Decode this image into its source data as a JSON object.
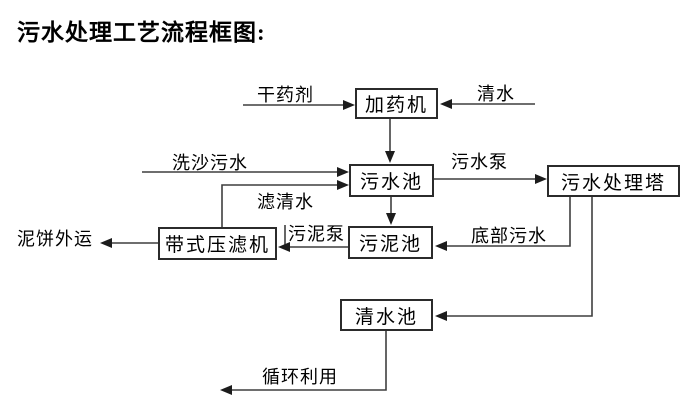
{
  "title": "污水处理工艺流程框图:",
  "nodes": {
    "dosing_machine": "加药机",
    "sewage_pool": "污水池",
    "sewage_treatment_tower": "污水处理塔",
    "sludge_pool": "污泥池",
    "belt_filter_press": "带式压滤机",
    "clean_water_pool": "清水池"
  },
  "flow_labels": {
    "dry_chemical": "干药剂",
    "clean_water": "清水",
    "sand_washing_sewage": "洗沙污水",
    "filtered_water": "滤清水",
    "sewage_pump": "污水泵",
    "sludge_pump": "污泥泵",
    "bottom_sewage": "底部污水",
    "mud_cake_transport": "泥饼外运",
    "recycling": "循环利用"
  },
  "edges": [
    {
      "source": "dry_chemical_inflow",
      "target": "dosing_machine",
      "label": "干药剂"
    },
    {
      "source": "clean_water_inflow",
      "target": "dosing_machine",
      "label": "清水"
    },
    {
      "source": "dosing_machine",
      "target": "sewage_pool",
      "label": ""
    },
    {
      "source": "sand_washing_sewage_inflow",
      "target": "sewage_pool",
      "label": "洗沙污水"
    },
    {
      "source": "belt_filter_press",
      "target": "sewage_pool",
      "label": "滤清水"
    },
    {
      "source": "sewage_pool",
      "target": "sewage_treatment_tower",
      "label": "污水泵"
    },
    {
      "source": "sewage_pool",
      "target": "sludge_pool",
      "label": ""
    },
    {
      "source": "sewage_treatment_tower",
      "target": "sludge_pool",
      "label": "底部污水"
    },
    {
      "source": "sludge_pool",
      "target": "belt_filter_press",
      "label": "污泥泵"
    },
    {
      "source": "belt_filter_press",
      "target": "mud_cake_outflow",
      "label": "泥饼外运"
    },
    {
      "source": "sewage_treatment_tower",
      "target": "clean_water_pool",
      "label": ""
    },
    {
      "source": "clean_water_pool",
      "target": "recycling_outflow",
      "label": "循环利用"
    }
  ],
  "colors": {
    "background": "#ffffff",
    "line": "#3f3f3f",
    "box_border": "#2b2b2b",
    "text": "#000000"
  }
}
